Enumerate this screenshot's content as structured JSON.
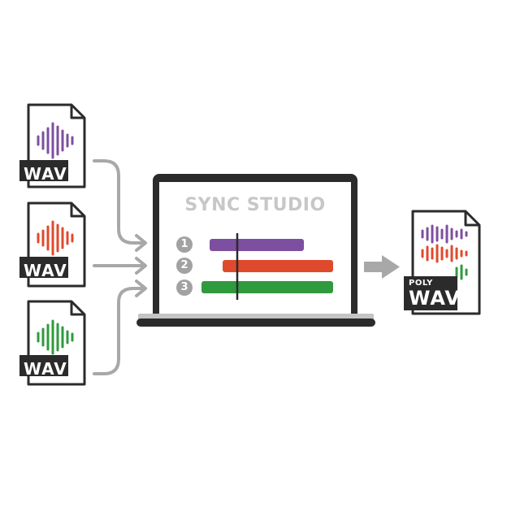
{
  "inputs": [
    {
      "label": "WAV",
      "color": "#7d4fa0",
      "icon": "audio-file-icon"
    },
    {
      "label": "WAV",
      "color": "#e04a2c",
      "icon": "audio-file-icon"
    },
    {
      "label": "WAV",
      "color": "#2f9a3e",
      "icon": "audio-file-icon"
    }
  ],
  "app": {
    "title": "SYNC STUDIO",
    "tracks": [
      {
        "number": "1",
        "color": "#7d4fa0"
      },
      {
        "number": "2",
        "color": "#e04a2c"
      },
      {
        "number": "3",
        "color": "#2f9a3e"
      }
    ],
    "device": "laptop-icon"
  },
  "output": {
    "label_small": "POLY",
    "label_big": "WAV",
    "icon": "multitrack-audio-file-icon"
  },
  "colors": {
    "outline": "#2b2b2b",
    "arrow": "#a8a8a8",
    "label_bg": "#2b2b2b",
    "screen_text": "#c7c7c7"
  }
}
